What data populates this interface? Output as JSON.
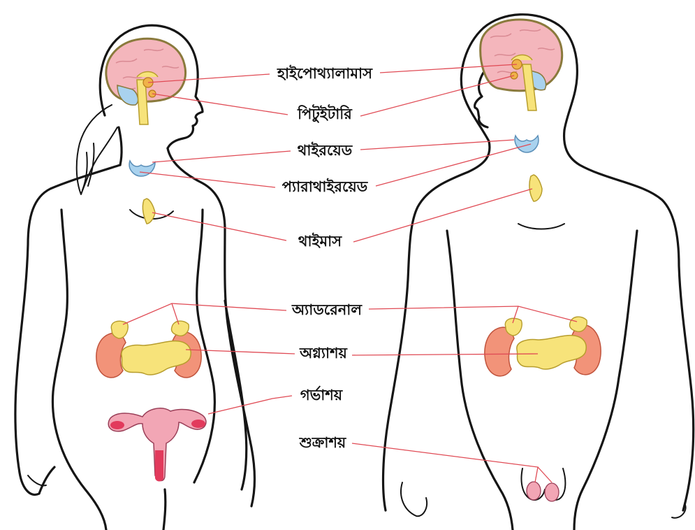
{
  "labels": {
    "hypothalamus": "হাইপোথ্যালামাস",
    "pituitary": "পিটুইটারি",
    "thyroid": "থাইরয়েড",
    "parathyroid": "প্যারাথাইরয়েড",
    "thymus": "থাইমাস",
    "adrenal": "অ্যাডরেনাল",
    "pancreas": "অগ্ন্যাশয়",
    "uterus": "গর্ভাশয়",
    "testes": "শুক্রাশয়"
  },
  "colors": {
    "leader_line": "#e04b55",
    "brain": "#f4b6bc",
    "brain_outline": "#8a7a3c",
    "gland_yellow": "#f7e37a",
    "thyroid_blue": "#a9d2ee",
    "kidney": "#f29379",
    "uterus": "#f2a6b5",
    "uterus_dark": "#e23a5c"
  }
}
